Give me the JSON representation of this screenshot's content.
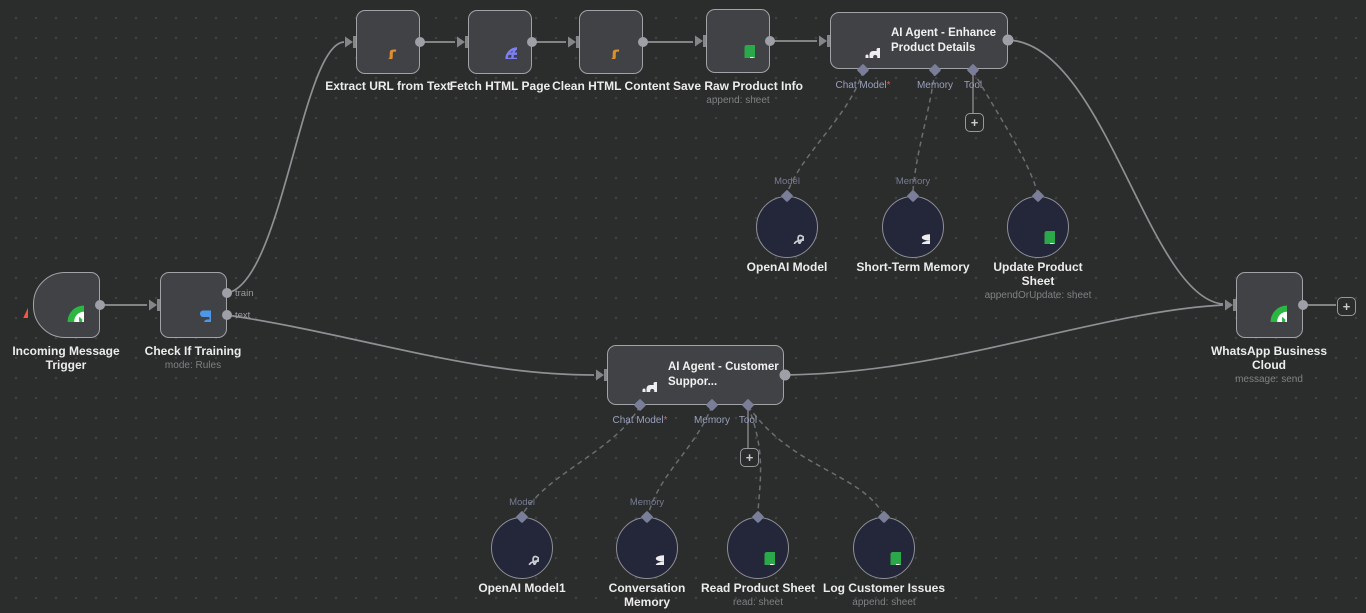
{
  "ui": {
    "plus_glyph": "+"
  },
  "canvas": {
    "background": "#2b2c2c",
    "dot_color": "#404142"
  },
  "colors": {
    "whatsapp_green": "#2bb741",
    "code_orange": "#dd8f2e",
    "http_purple": "#7d7ff2",
    "sheets_green": "#2ba84a",
    "switch_blue": "#4d96e8",
    "bolt_red": "#f4573f",
    "required_red": "#e25b55",
    "node_bg": "#414245",
    "circle_bg": "#24263a"
  },
  "port_labels": {
    "train": "train",
    "text": "text",
    "chat_model": "Chat Model",
    "required": "*",
    "memory": "Memory",
    "tool": "Tool",
    "model": "Model"
  },
  "nodes": {
    "incoming_trigger": {
      "label": "Incoming Message Trigger"
    },
    "check_if_training": {
      "label": "Check If Training",
      "subtitle": "mode: Rules"
    },
    "extract_url": {
      "label": "Extract URL from Text"
    },
    "fetch_html": {
      "label": "Fetch HTML Page"
    },
    "clean_html": {
      "label": "Clean HTML Content"
    },
    "save_raw": {
      "label": "Save Raw Product Info",
      "subtitle": "append: sheet"
    },
    "agent_enhance": {
      "label": "AI Agent - Enhance Product Details"
    },
    "openai_model": {
      "label": "OpenAI Model"
    },
    "short_term_memory": {
      "label": "Short-Term Memory"
    },
    "update_sheet": {
      "label": "Update Product Sheet",
      "subtitle": "appendOrUpdate: sheet"
    },
    "agent_customer": {
      "label": "AI Agent - Customer Suppor..."
    },
    "openai_model1": {
      "label": "OpenAI Model1"
    },
    "conversation_memory": {
      "label": "Conversation Memory"
    },
    "read_sheet": {
      "label": "Read Product Sheet",
      "subtitle": "read: sheet"
    },
    "log_issues": {
      "label": "Log Customer Issues",
      "subtitle": "append: sheet"
    },
    "whatsapp_out": {
      "label": "WhatsApp Business Cloud",
      "subtitle": "message: send"
    }
  }
}
